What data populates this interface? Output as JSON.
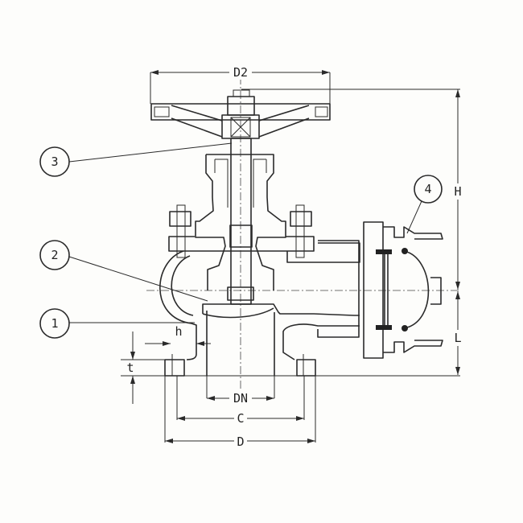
{
  "title": "Globe valve with hose coupling - dimensional drawing",
  "dimensions": {
    "d2": "D2",
    "h_total": "H",
    "l": "L",
    "dn": "DN",
    "c": "C",
    "d": "D",
    "h_small": "h",
    "t": "t"
  },
  "callouts": [
    "1",
    "2",
    "3",
    "4"
  ],
  "line_color": "#2a2a2a"
}
